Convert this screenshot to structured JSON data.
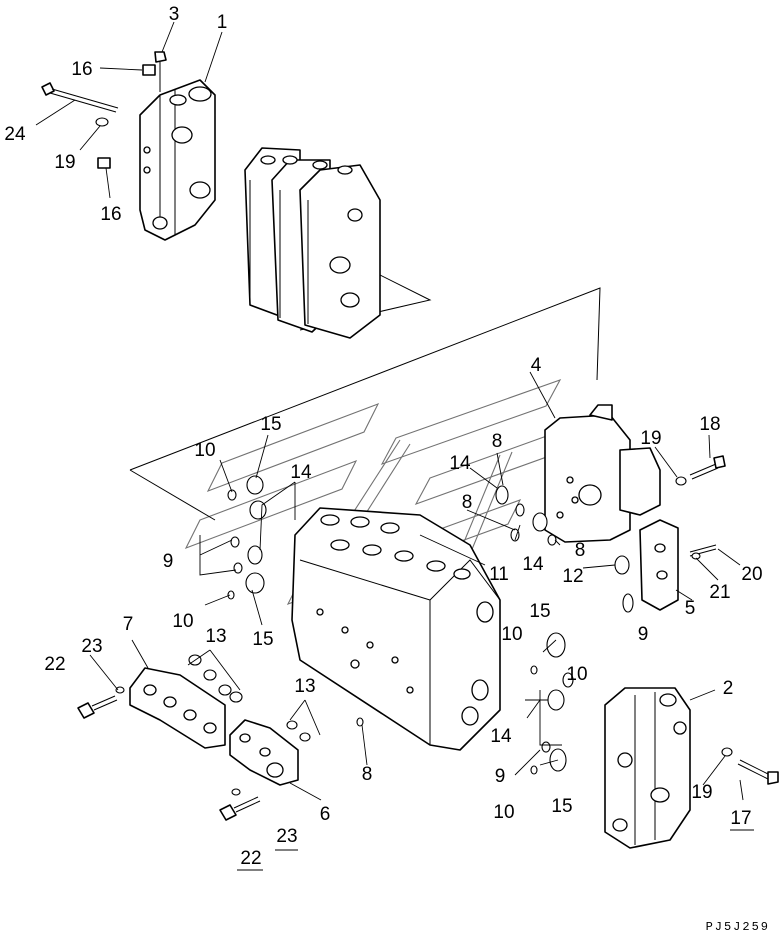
{
  "diagram": {
    "drawing_code": "PJ5J259",
    "callouts": [
      {
        "id": "c1",
        "label": "1"
      },
      {
        "id": "c2",
        "label": "2"
      },
      {
        "id": "c3",
        "label": "3"
      },
      {
        "id": "c4",
        "label": "4"
      },
      {
        "id": "c5",
        "label": "5"
      },
      {
        "id": "c6",
        "label": "6"
      },
      {
        "id": "c7",
        "label": "7"
      },
      {
        "id": "c8a",
        "label": "8"
      },
      {
        "id": "c8b",
        "label": "8"
      },
      {
        "id": "c8c",
        "label": "8"
      },
      {
        "id": "c8d",
        "label": "8"
      },
      {
        "id": "c9a",
        "label": "9"
      },
      {
        "id": "c9b",
        "label": "9"
      },
      {
        "id": "c9c",
        "label": "9"
      },
      {
        "id": "c10a",
        "label": "10"
      },
      {
        "id": "c10b",
        "label": "10"
      },
      {
        "id": "c10c",
        "label": "10"
      },
      {
        "id": "c10d",
        "label": "10"
      },
      {
        "id": "c10e",
        "label": "10"
      },
      {
        "id": "c11",
        "label": "11"
      },
      {
        "id": "c12",
        "label": "12"
      },
      {
        "id": "c13a",
        "label": "13"
      },
      {
        "id": "c13b",
        "label": "13"
      },
      {
        "id": "c14a",
        "label": "14"
      },
      {
        "id": "c14b",
        "label": "14"
      },
      {
        "id": "c14c",
        "label": "14"
      },
      {
        "id": "c14d",
        "label": "14"
      },
      {
        "id": "c15a",
        "label": "15"
      },
      {
        "id": "c15b",
        "label": "15"
      },
      {
        "id": "c15c",
        "label": "15"
      },
      {
        "id": "c15d",
        "label": "15"
      },
      {
        "id": "c16a",
        "label": "16"
      },
      {
        "id": "c16b",
        "label": "16"
      },
      {
        "id": "c17",
        "label": "17"
      },
      {
        "id": "c18",
        "label": "18"
      },
      {
        "id": "c19a",
        "label": "19"
      },
      {
        "id": "c19b",
        "label": "19"
      },
      {
        "id": "c19c",
        "label": "19"
      },
      {
        "id": "c20",
        "label": "20"
      },
      {
        "id": "c21",
        "label": "21"
      },
      {
        "id": "c22a",
        "label": "22"
      },
      {
        "id": "c22b",
        "label": "22"
      },
      {
        "id": "c23a",
        "label": "23"
      },
      {
        "id": "c23b",
        "label": "23"
      },
      {
        "id": "c24",
        "label": "24"
      }
    ]
  }
}
